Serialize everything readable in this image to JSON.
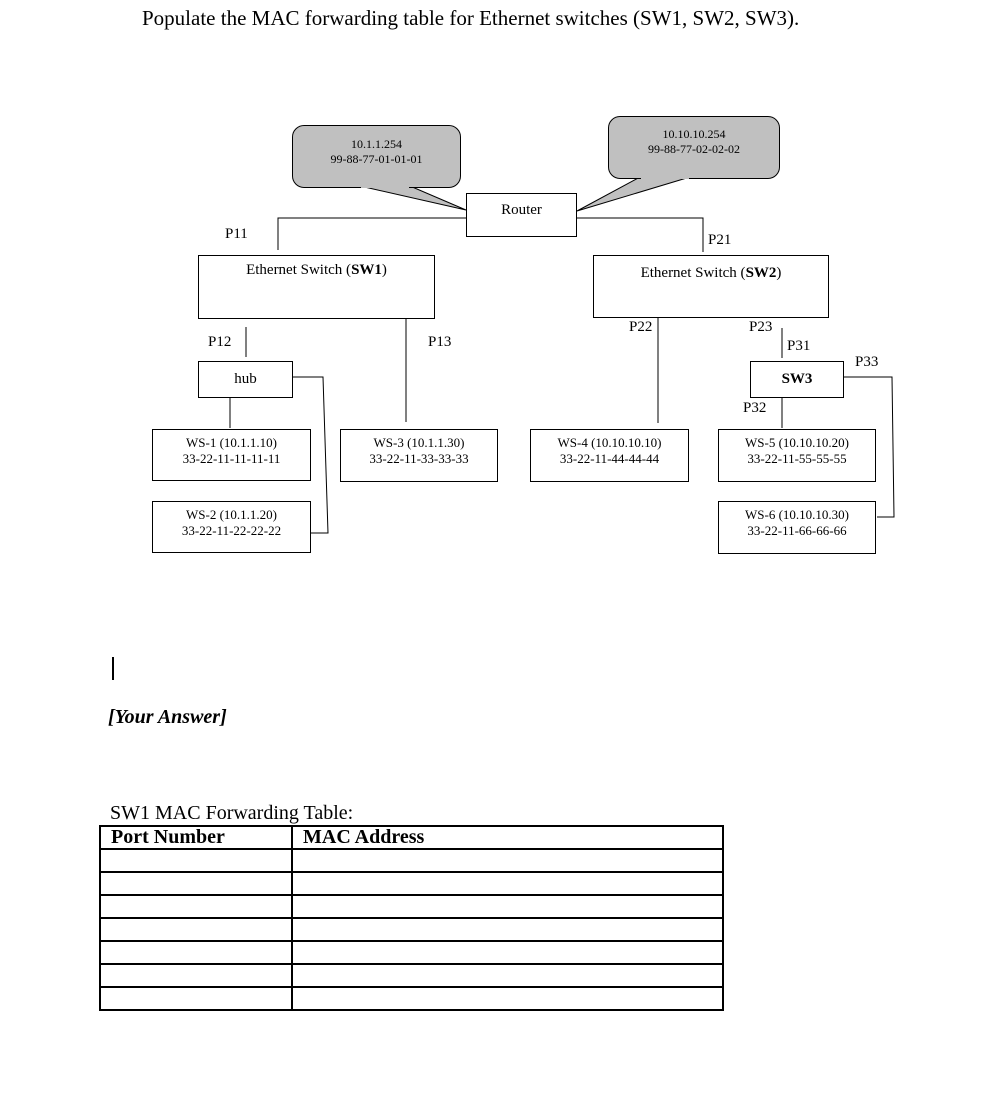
{
  "instruction": "Populate the MAC forwarding table for Ethernet switches (SW1, SW2, SW3).",
  "diagram": {
    "router": "Router",
    "bubble_left": {
      "ip": "10.1.1.254",
      "mac": "99-88-77-01-01-01"
    },
    "bubble_right": {
      "ip": "10.10.10.254",
      "mac": "99-88-77-02-02-02"
    },
    "sw1": {
      "prefix": "Ethernet Switch (",
      "name": "SW1",
      "suffix": ")"
    },
    "sw2": {
      "prefix": "Ethernet Switch (",
      "name": "SW2",
      "suffix": ")"
    },
    "sw3": "SW3",
    "hub": "hub",
    "ports": {
      "p11": "P11",
      "p12": "P12",
      "p13": "P13",
      "p21": "P21",
      "p22": "P22",
      "p23": "P23",
      "p31": "P31",
      "p32": "P32",
      "p33": "P33"
    },
    "workstations": [
      {
        "label": "WS-1 (10.1.1.10)",
        "mac": "33-22-11-11-11-11"
      },
      {
        "label": "WS-2 (10.1.1.20)",
        "mac": "33-22-11-22-22-22"
      },
      {
        "label": "WS-3 (10.1.1.30)",
        "mac": "33-22-11-33-33-33"
      },
      {
        "label": "WS-4 (10.10.10.10)",
        "mac": "33-22-11-44-44-44"
      },
      {
        "label": "WS-5 (10.10.10.20)",
        "mac": "33-22-11-55-55-55"
      },
      {
        "label": "WS-6 (10.10.10.30)",
        "mac": "33-22-11-66-66-66"
      }
    ],
    "bubble_color": "#c0c0c0"
  },
  "answer_placeholder": "[Your Answer]",
  "table": {
    "title": "SW1 MAC Forwarding Table:",
    "headers": [
      "Port Number",
      "MAC Address"
    ],
    "rows": [
      [
        "",
        ""
      ],
      [
        "",
        ""
      ],
      [
        "",
        ""
      ],
      [
        "",
        ""
      ],
      [
        "",
        ""
      ],
      [
        "",
        ""
      ],
      [
        "",
        ""
      ]
    ]
  }
}
